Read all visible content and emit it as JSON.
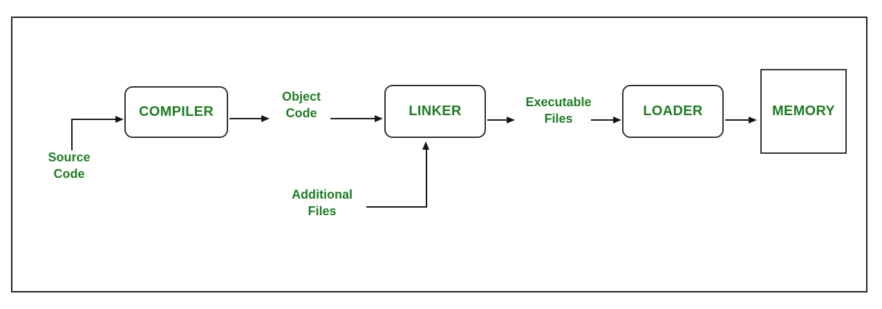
{
  "diagram": {
    "type": "flowchart",
    "subject": "compilation-process",
    "accent_color": "#1e7d22",
    "line_color": "#141414",
    "box_border_color": "#2e2e2e",
    "background_color": "#ffffff",
    "nodes": {
      "compiler": {
        "label": "COMPILER",
        "shape": "rounded-rect"
      },
      "linker": {
        "label": "LINKER",
        "shape": "rounded-rect"
      },
      "loader": {
        "label": "LOADER",
        "shape": "rounded-rect"
      },
      "memory": {
        "label": "MEMORY",
        "shape": "rect"
      }
    },
    "flow_labels": {
      "source": {
        "line1": "Source",
        "line2": "Code"
      },
      "object": {
        "line1": "Object",
        "line2": "Code"
      },
      "additional": {
        "line1": "Additional",
        "line2": "Files"
      },
      "executable": {
        "line1": "Executable",
        "line2": "Files"
      }
    },
    "edges": [
      {
        "from": "Source Code",
        "to": "COMPILER",
        "style": "elbow-up-right"
      },
      {
        "from": "COMPILER",
        "to": "Object Code",
        "style": "straight-right"
      },
      {
        "from": "Object Code",
        "to": "LINKER",
        "style": "straight-right"
      },
      {
        "from": "Additional Files",
        "to": "LINKER",
        "style": "elbow-right-up"
      },
      {
        "from": "LINKER",
        "to": "Executable Files",
        "style": "straight-right"
      },
      {
        "from": "Executable Files",
        "to": "LOADER",
        "style": "straight-right"
      },
      {
        "from": "LOADER",
        "to": "MEMORY",
        "style": "straight-right"
      }
    ]
  }
}
